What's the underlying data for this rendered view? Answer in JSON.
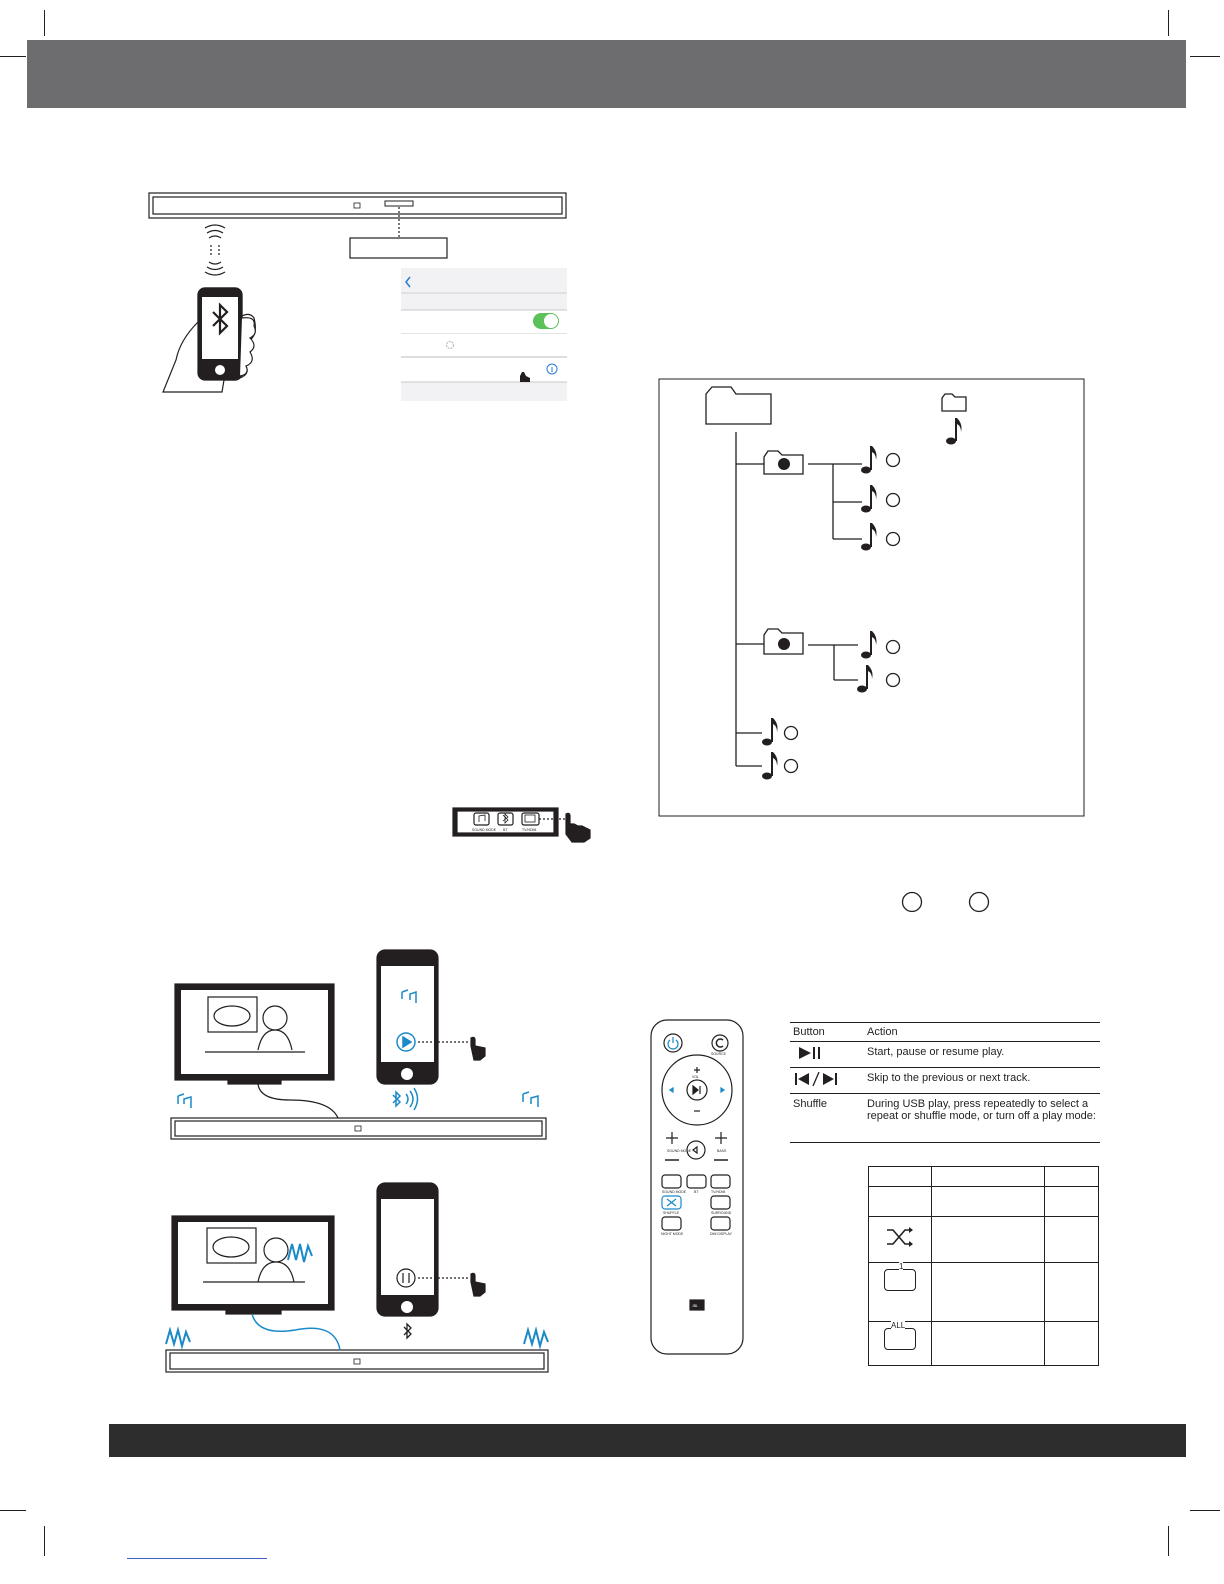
{
  "table": {
    "header": {
      "button": "Button",
      "action": "Action"
    },
    "rows": [
      {
        "button_icon": "play-pause-icon",
        "button": "",
        "action": "Start, pause or resume play."
      },
      {
        "button_icon": "prev-next-icon",
        "button": "",
        "action": "Skip to the previous or next track."
      },
      {
        "button": "Shuffle",
        "action": "During USB play, press repeatedly to select a repeat or shuffle mode, or turn off a play mode:"
      }
    ]
  },
  "mode_table": {
    "icons": [
      "shuffle-icon",
      "repeat-one-icon",
      "repeat-all-icon"
    ],
    "repeat_one_label": "1",
    "repeat_all_label": "ALL"
  },
  "remote": {
    "labels": {
      "source": "SOURCE",
      "vol": "VOL",
      "sound_mode": "SOUND MODE",
      "bass": "BASS",
      "bt": "BT",
      "tv_hdmi": "TV/HDMI",
      "shuffle": "SHUFFLE",
      "surround": "SURROUND",
      "night_mode": "NIGHT MODE",
      "dim_display": "DIM DISPLAY",
      "logo": "JBL"
    }
  },
  "soundbar_panel": {
    "labels": [
      "SOUND MODE",
      "BT",
      "TV/HDMI"
    ]
  },
  "colors": {
    "header": "#6d6d6f",
    "footer": "#2d2d2d",
    "accent_blue": "#1a8ac8",
    "toggle_green": "#5cc15a",
    "ink": "#231f20"
  }
}
